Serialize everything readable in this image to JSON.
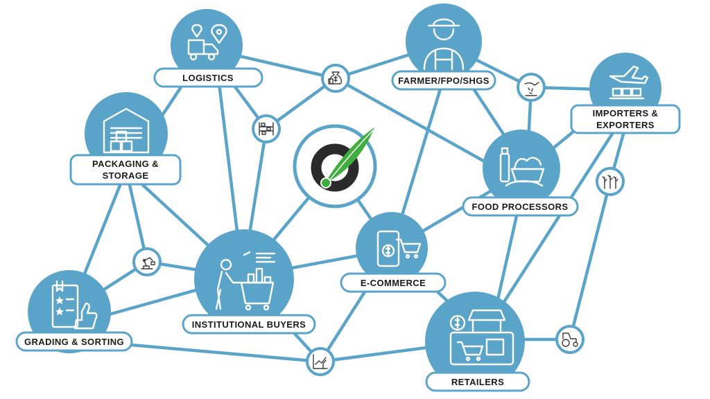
{
  "colors": {
    "accent": "#5aa3c9",
    "node_fill": "#5aa3c9",
    "text": "#1a1a1a",
    "logo_dark": "#2b2b2b",
    "logo_leaf": "#3fae3f"
  },
  "nodes": {
    "logistics": {
      "label": "LOGISTICS",
      "icon": "delivery-truck-map-pin-icon"
    },
    "farmer": {
      "label": "FARMER/FPO/SHGS",
      "icon": "farmer-icon"
    },
    "importers": {
      "label_line1": "IMPORTERS &",
      "label_line2": "EXPORTERS",
      "icon": "airplane-cargo-icon"
    },
    "packaging": {
      "label_line1": "PACKAGING &",
      "label_line2": "STORAGE",
      "icon": "warehouse-icon"
    },
    "food_processors": {
      "label": "FOOD PROCESSORS",
      "icon": "food-basket-icon"
    },
    "ecommerce": {
      "label": "E-COMMERCE",
      "icon": "mobile-shopping-icon"
    },
    "institutional": {
      "label": "INSTITUTIONAL BUYERS",
      "icon": "shopping-cart-person-icon"
    },
    "grading": {
      "label": "GRADING & SORTING",
      "icon": "rating-thumbs-up-icon"
    },
    "retailers": {
      "label": "RETAILERS",
      "icon": "storefront-icon"
    }
  },
  "center": {
    "icon": "leaf-logo-icon"
  },
  "small_nodes": [
    {
      "icon": "money-bag-icon"
    },
    {
      "icon": "warehouse-rack-icon"
    },
    {
      "icon": "hand-sowing-icon"
    },
    {
      "icon": "wheat-icon"
    },
    {
      "icon": "robot-arm-icon"
    },
    {
      "icon": "growth-chart-icon"
    },
    {
      "icon": "tractor-icon"
    }
  ]
}
